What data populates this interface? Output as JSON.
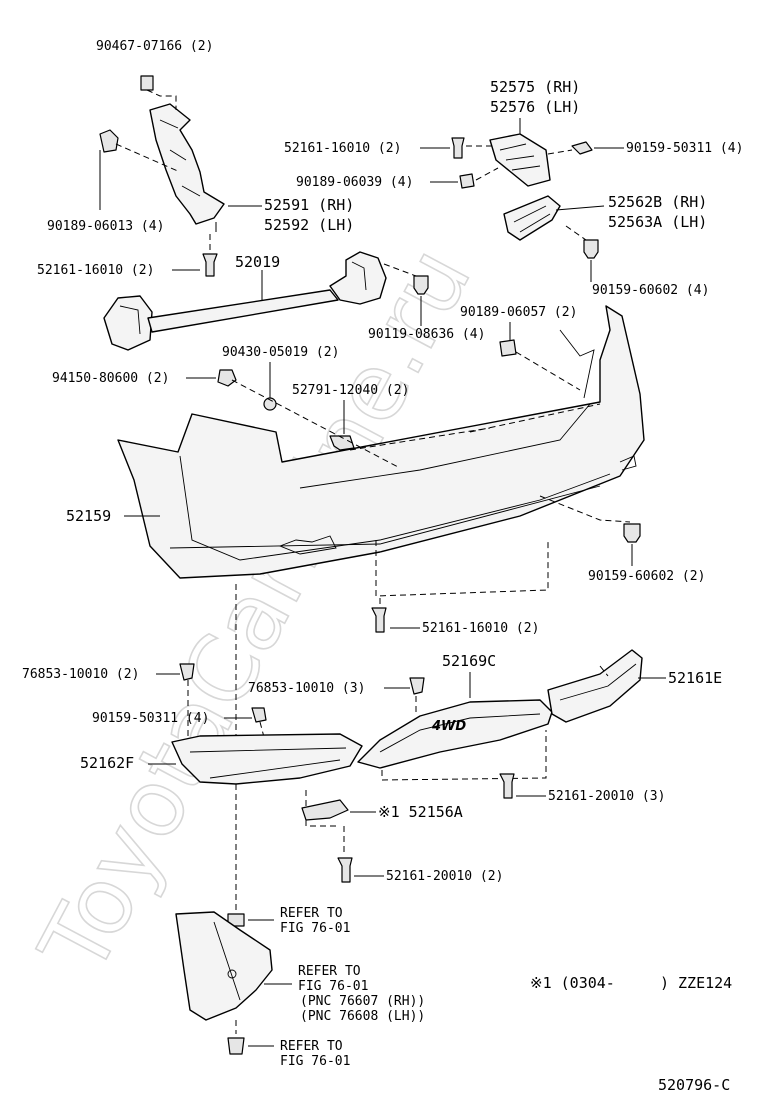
{
  "labels": {
    "p90467": "90467-07166 (2)",
    "p52575": "52575 (RH)",
    "p52576": "52576 (LH)",
    "p52161a": "52161-16010 (2)",
    "p90159a": "90159-50311 (4)",
    "p90189a": "90189-06039 (4)",
    "p52562": "52562B (RH)",
    "p52563": "52563A (LH)",
    "p52591": "52591 (RH)",
    "p52592": "52592 (LH)",
    "p90189b": "90189-06013 (4)",
    "p52161b": "52161-16010 (2)",
    "p52019": "52019",
    "p90159b": "90159-60602 (4)",
    "p90189c": "90189-06057 (2)",
    "p90119": "90119-08636 (4)",
    "p90430": "90430-05019 (2)",
    "p94150": "94150-80600 (2)",
    "p52791": "52791-12040 (2)",
    "p52159": "52159",
    "p90159c": "90159-60602 (2)",
    "p52161c": "52161-16010 (2)",
    "p52169c": "52169C",
    "p76853a": "76853-10010 (2)",
    "p52161e": "52161E",
    "p76853b": "76853-10010 (3)",
    "p90159d": "90159-50311 (4)",
    "p52162f": "52162F",
    "p52161d": "52161-20010 (3)",
    "p52156a": "※1 52156A",
    "p52161f": "52161-20010 (2)",
    "refer1a": "REFER TO",
    "refer1b": "FIG 76-01",
    "refer2a": "REFER TO",
    "refer2b": "FIG 76-01",
    "refer2c": "(PNC 76607 (RH))",
    "refer2d": "(PNC 76608 (LH))",
    "refer3a": "REFER TO",
    "refer3b": "FIG 76-01",
    "note": "※1 (0304-     ) ZZE124",
    "code": "520796-C",
    "badge": "4WD",
    "watermark": "ToyotaCarMine.ru"
  }
}
